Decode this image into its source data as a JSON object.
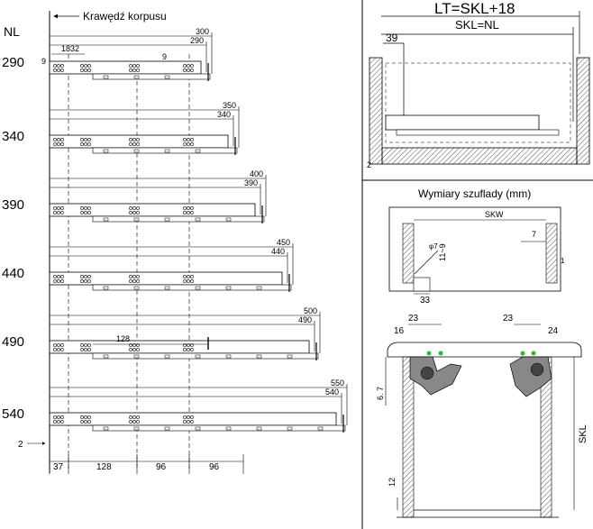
{
  "left_panel": {
    "nl_header": "NL",
    "edge_label": "Krawędź korpusu",
    "hole_labels": {
      "offset_1832": "1832",
      "offset_9_left": "9",
      "offset_9_mid": "9"
    },
    "rows": [
      {
        "nl": "290",
        "lengths": [
          "300",
          "290"
        ]
      },
      {
        "nl": "340",
        "lengths": [
          "350",
          "340"
        ]
      },
      {
        "nl": "390",
        "lengths": [
          "400",
          "390"
        ]
      },
      {
        "nl": "440",
        "lengths": [
          "450",
          "440"
        ]
      },
      {
        "nl": "490",
        "lengths": [
          "500",
          "490"
        ],
        "extra": "128"
      },
      {
        "nl": "540",
        "lengths": [
          "550",
          "540"
        ]
      }
    ],
    "bottom_offset": "2",
    "bottom_dims": [
      "37",
      "128",
      "96",
      "96"
    ]
  },
  "right_top": {
    "formula": "LT=SKL+18",
    "skl_nl": "SKL=NL",
    "dim_39": "39",
    "dim_2": "2"
  },
  "right_mid": {
    "title": "Wymiary szuflady (mm)",
    "skw": "SKW",
    "dim_7": "7",
    "dim_11_9": "11~9",
    "dim_phi": "φ7",
    "dim_1": "1",
    "dim_33": "33"
  },
  "right_bottom": {
    "dim_23_left": "23",
    "dim_23_right": "23",
    "dim_16": "16",
    "dim_24": "24",
    "dim_6_7": "6. 7",
    "dim_skl": "SKL",
    "dim_12": "12"
  },
  "colors": {
    "line": "#000000",
    "hatch": "#555555",
    "clip": "#444444",
    "green": "#2eb82e"
  }
}
